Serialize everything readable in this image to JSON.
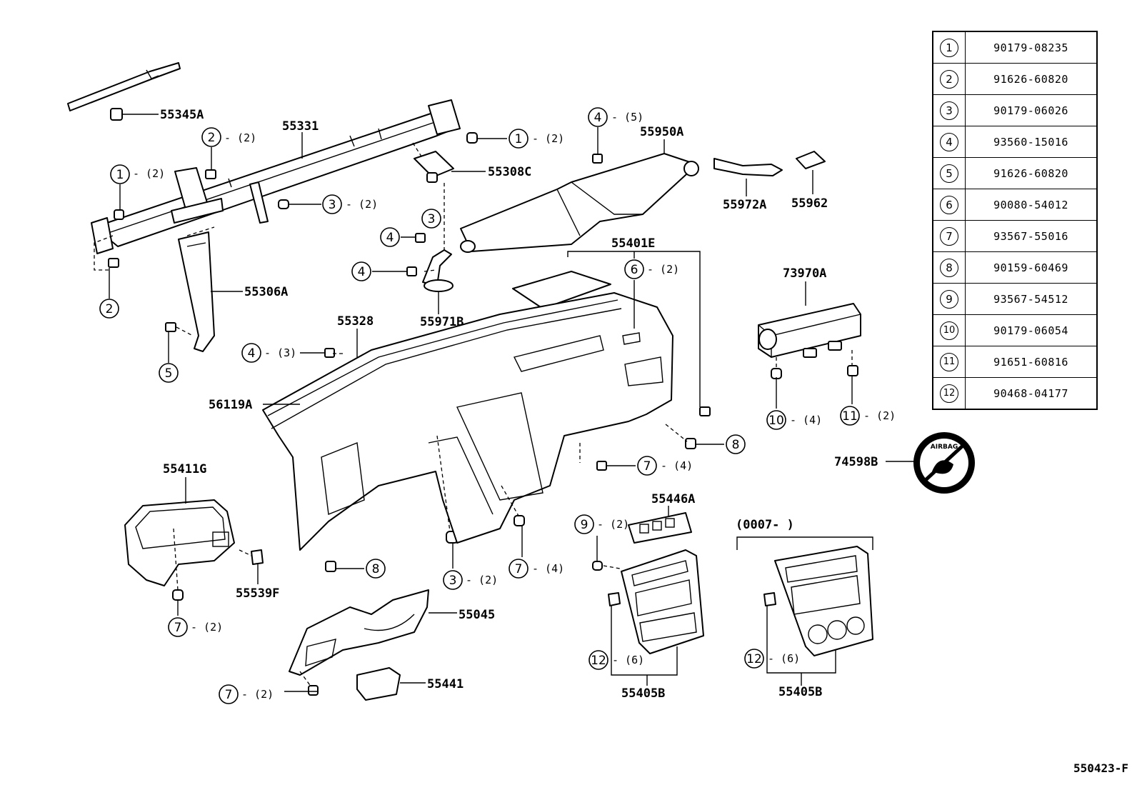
{
  "legend": [
    {
      "num": "1",
      "part": "90179-08235"
    },
    {
      "num": "2",
      "part": "91626-60820"
    },
    {
      "num": "3",
      "part": "90179-06026"
    },
    {
      "num": "4",
      "part": "93560-15016"
    },
    {
      "num": "5",
      "part": "91626-60820"
    },
    {
      "num": "6",
      "part": "90080-54012"
    },
    {
      "num": "7",
      "part": "93567-55016"
    },
    {
      "num": "8",
      "part": "90159-60469"
    },
    {
      "num": "9",
      "part": "93567-54512"
    },
    {
      "num": "10",
      "part": "90179-06054"
    },
    {
      "num": "11",
      "part": "91651-60816"
    },
    {
      "num": "12",
      "part": "90468-04177"
    }
  ],
  "parts": {
    "p55345A": "55345A",
    "p55331": "55331",
    "p55308C": "55308C",
    "p55306A": "55306A",
    "p55328": "55328",
    "p55971B": "55971B",
    "p55950A": "55950A",
    "p55972A": "55972A",
    "p55962": "55962",
    "p55401E": "55401E",
    "p56119A": "56119A",
    "p73970A": "73970A",
    "p74598B": "74598B",
    "p55411G": "55411G",
    "p55539F": "55539F",
    "p55045": "55045",
    "p55441": "55441",
    "p55446A": "55446A",
    "p55405B_a": "55405B",
    "p55405B_b": "55405B"
  },
  "qty": {
    "q2": "- (2)",
    "q3": "- (3)",
    "q4": "- (4)",
    "q5": "- (5)",
    "q6": "- (6)"
  },
  "callouts": {
    "c1": "1",
    "c2": "2",
    "c3": "3",
    "c4": "4",
    "c5": "5",
    "c6": "6",
    "c7": "7",
    "c8": "8",
    "c9": "9",
    "c10": "10",
    "c11": "11",
    "c12": "12"
  },
  "date_range": "(0007-        )",
  "airbag_text": "AIRBAG",
  "diagram_code": "550423-F"
}
